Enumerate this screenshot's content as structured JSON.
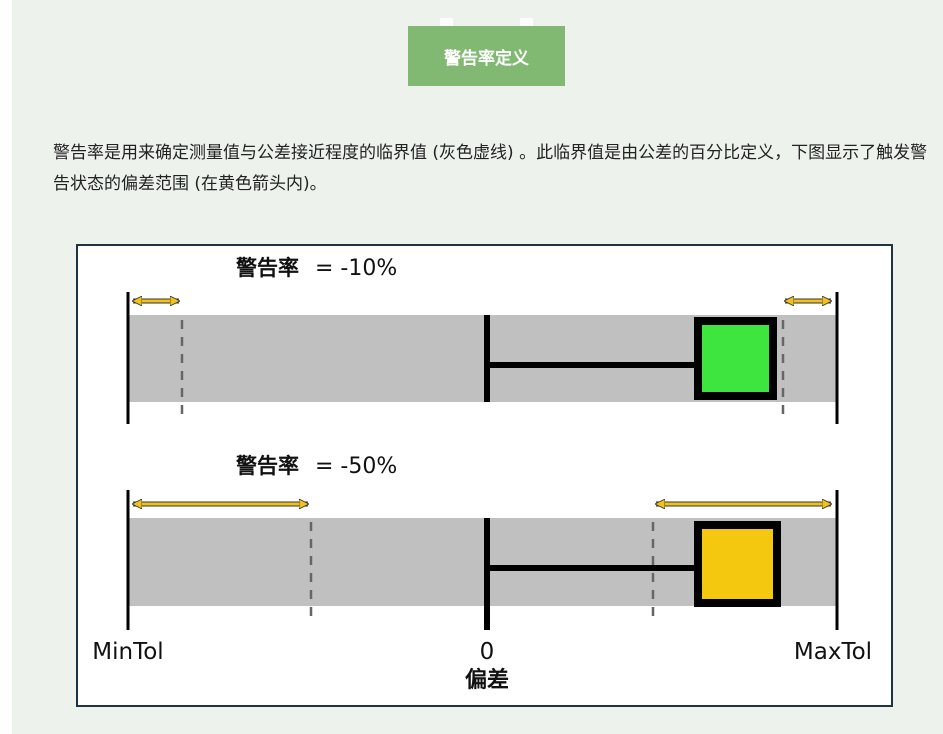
{
  "header": {
    "title": "警告率定义"
  },
  "intro_text": "警告率是用来确定测量值与公差接近程度的临界值 (灰色虚线) 。此临界值是由公差的百分比定义，下图显示了触发警告状态的偏差范围 (在黄色箭头内)。",
  "diagram": {
    "rows": [
      {
        "label_word": "警告率",
        "label_value": "= -10%",
        "warning_rate": -10,
        "indicator_color": "#3ee53e",
        "indicator_position": 0.75
      },
      {
        "label_word": "警告率",
        "label_value": "= -50%",
        "warning_rate": -50,
        "indicator_color": "#f4c80f",
        "indicator_position": 0.75
      }
    ],
    "axis": {
      "min_label": "MinTol",
      "zero_label": "0",
      "max_label": "MaxTol",
      "title": "偏差"
    },
    "colors": {
      "band": "#c0c0c0",
      "arrow": "#f1c21b",
      "dashed_line": "#666666",
      "frame": "#1f3442"
    }
  }
}
